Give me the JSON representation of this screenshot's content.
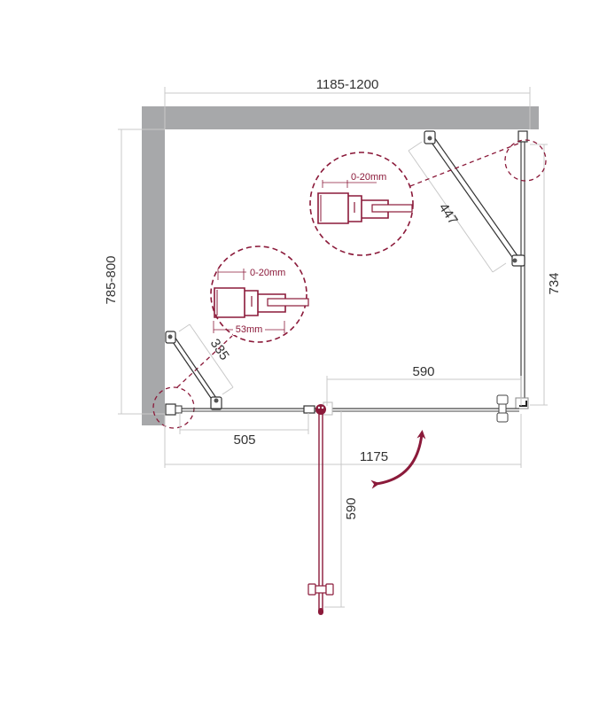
{
  "diagram": {
    "type": "shower-enclosure-plan",
    "colors": {
      "wall": "#a7a8aa",
      "dimension_line": "#c8c8c8",
      "dimension_text": "#333333",
      "accent": "#8b1a3a",
      "glass_line": "#444444"
    },
    "dimensions": {
      "top_width": "1185-1200",
      "left_height": "785-800",
      "panel_left_diagonal": "335",
      "panel_right_diagonal": "447",
      "right_side": "734",
      "bottom_fixed": "505",
      "door_opening": "590",
      "bottom_total": "1175",
      "door_swing": "590"
    },
    "details": {
      "detail_right": {
        "adjust_label": "0-20mm"
      },
      "detail_left": {
        "adjust_label": "0-20mm",
        "width_label": "53mm"
      }
    },
    "symbols": {
      "swing_arrow": "double-arrow-icon",
      "pivot": "hinge-icon",
      "handle": "door-handle-icon"
    }
  }
}
